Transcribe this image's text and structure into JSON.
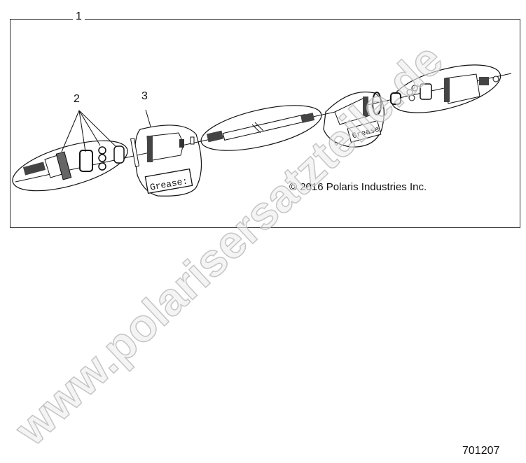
{
  "diagram": {
    "frame_callout": "1",
    "callouts": [
      {
        "id": "2",
        "label": "2"
      },
      {
        "id": "3",
        "label": "3"
      }
    ],
    "labels": {
      "grease_1": "Grease:",
      "grease_2": "Grease"
    },
    "copyright": "© 2016 Polaris Industries Inc.",
    "figure_number": "701207",
    "watermark": "www.polarisersatzteile.de"
  },
  "colors": {
    "line": "#111111",
    "frame": "#333333",
    "watermark_fill": "#e6e6e6",
    "watermark_stroke": "#b5b5b5",
    "background": "#ffffff"
  }
}
